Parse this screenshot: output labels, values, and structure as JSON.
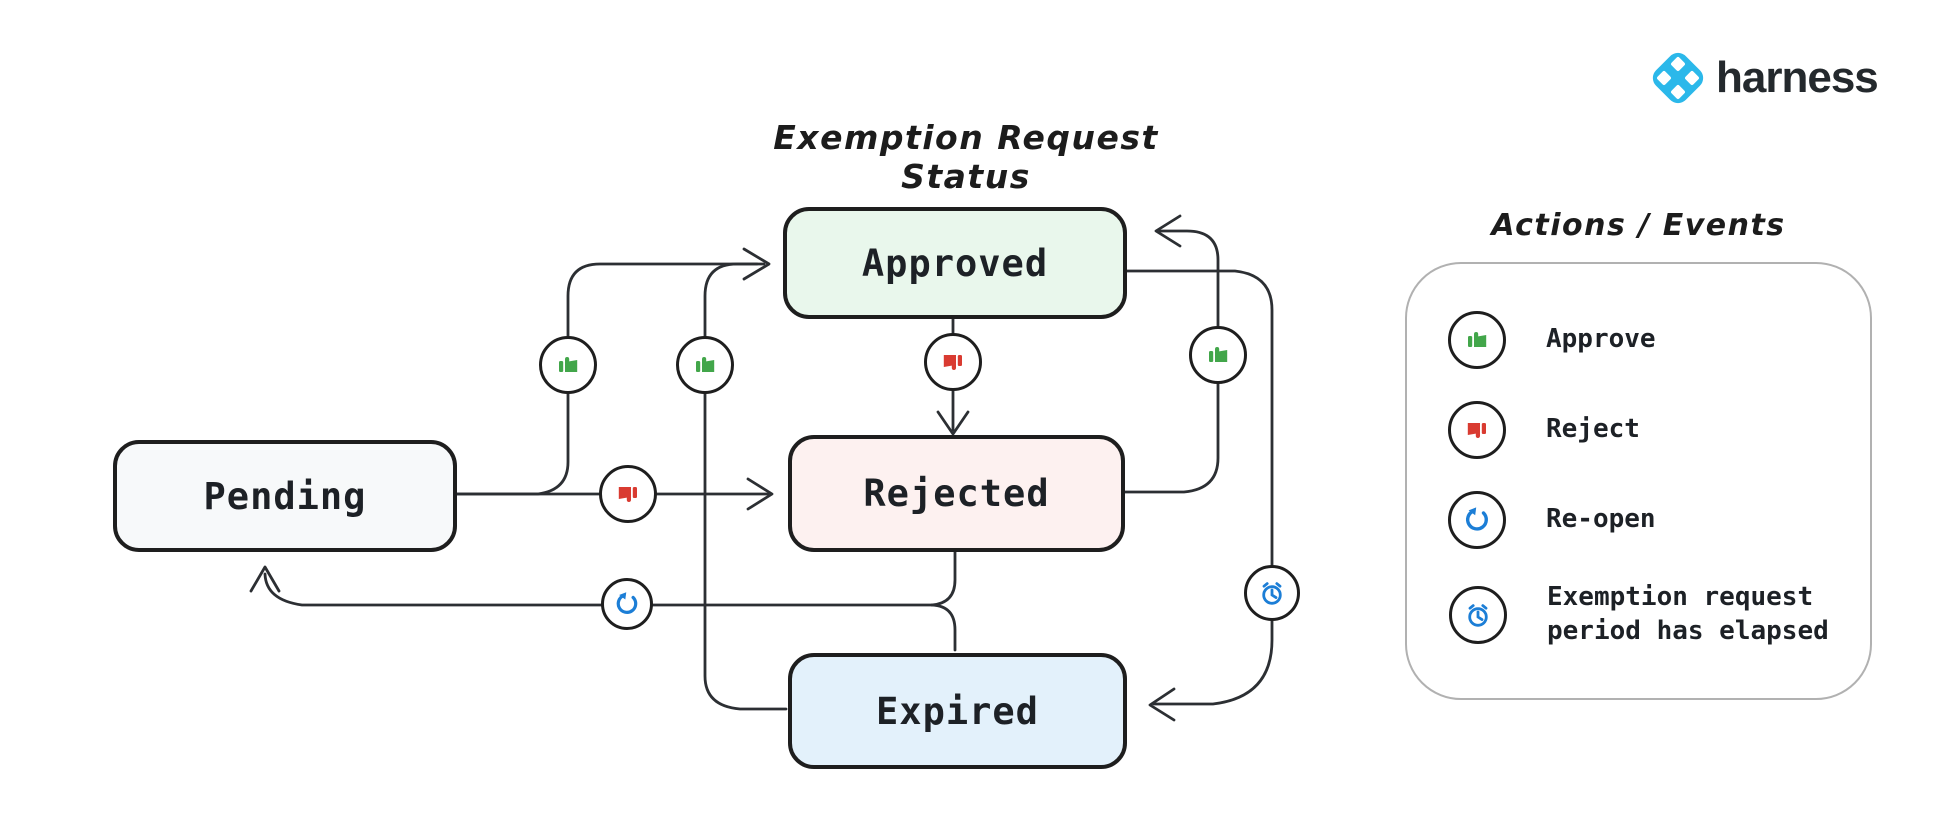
{
  "logo": {
    "brand": "harness",
    "brand_blue": "#2bb8ea"
  },
  "diagram": {
    "title": "Exemption Request Status",
    "states": [
      {
        "id": "pending",
        "label": "Pending",
        "fill": "#f7f9fa"
      },
      {
        "id": "approved",
        "label": "Approved",
        "fill": "#e9f7ec"
      },
      {
        "id": "rejected",
        "label": "Rejected",
        "fill": "#fdf1f0"
      },
      {
        "id": "expired",
        "label": "Expired",
        "fill": "#e3f1fb"
      }
    ],
    "transitions": [
      {
        "from": "Pending",
        "to": "Approved",
        "action": "Approve"
      },
      {
        "from": "Pending",
        "to": "Rejected",
        "action": "Reject"
      },
      {
        "from": "Approved",
        "to": "Rejected",
        "action": "Reject"
      },
      {
        "from": "Rejected",
        "to": "Approved",
        "action": "Approve"
      },
      {
        "from": "Expired",
        "to": "Approved",
        "action": "Approve"
      },
      {
        "from": "Approved",
        "to": "Expired",
        "action": "Exemption request period has elapsed"
      },
      {
        "from": "Rejected",
        "to": "Pending",
        "action": "Re-open"
      },
      {
        "from": "Expired",
        "to": "Pending",
        "action": "Re-open"
      }
    ]
  },
  "legend": {
    "title": "Actions / Events",
    "items": [
      {
        "icon": "thumbs-up-icon",
        "label": "Approve"
      },
      {
        "icon": "thumbs-down-icon",
        "label": "Reject"
      },
      {
        "icon": "reopen-icon",
        "label": "Re-open"
      },
      {
        "icon": "alarm-clock-icon",
        "label": "Exemption request period has elapsed"
      }
    ]
  },
  "colors": {
    "approve_green": "#42a64a",
    "reject_red": "#d93b31",
    "action_blue": "#1c7ed6",
    "line": "#2c2f33",
    "box_border": "#1e1e1e"
  }
}
